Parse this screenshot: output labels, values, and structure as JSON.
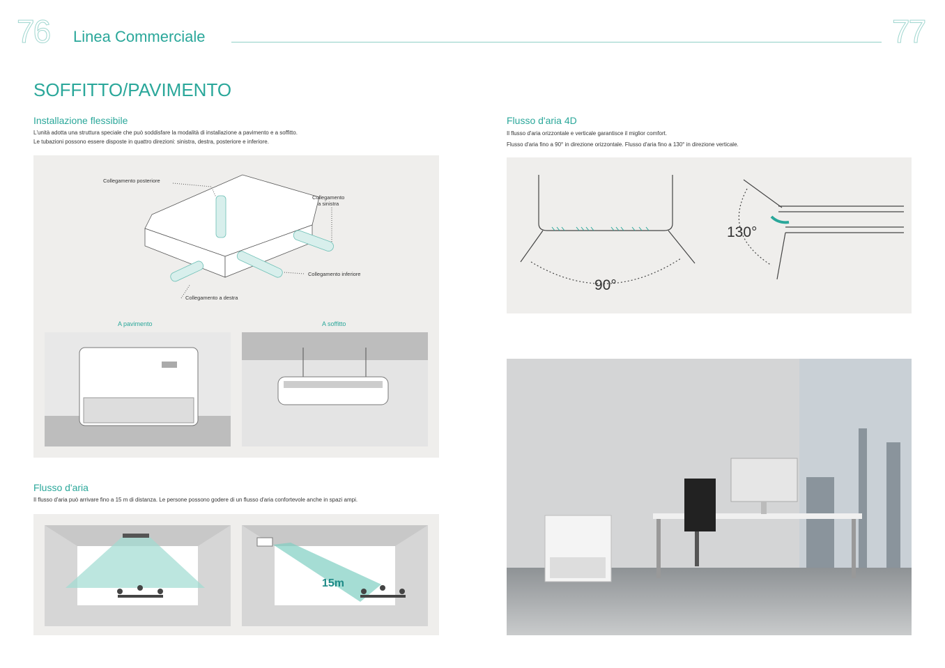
{
  "header": {
    "left_page": "76",
    "right_page": "77",
    "section": "Linea Commerciale"
  },
  "title": "SOFFITTO/PAVIMENTO",
  "install": {
    "heading": "Installazione flessibile",
    "lines": [
      "L'unità adotta una struttura speciale che può soddisfare la modalità di installazione a pavimento e a soffitto.",
      "Le tubazioni possono essere disposte in quattro direzioni: sinistra, destra, posteriore e inferiore."
    ],
    "callouts": {
      "rear": "Collegamento posteriore",
      "left_a": "Collegamento",
      "left_b": "a sinistra",
      "bottom": "Collegamento inferiore",
      "right": "Collegamento a destra"
    },
    "floor_label": "A pavimento",
    "ceiling_label": "A soffitto"
  },
  "airflow": {
    "heading": "Flusso d'aria",
    "text": "Il flusso d'aria può arrivare fino a 15 m di distanza. Le persone possono godere di un flusso d'aria confortevole anche in spazi ampi.",
    "distance": "15m"
  },
  "airflow4d": {
    "heading": "Flusso d'aria 4D",
    "lines": [
      "Il flusso d'aria orizzontale e verticale garantisce il miglior comfort.",
      "Flusso d'aria fino a 90° in direzione orizzontale. Flusso d'aria fino a 130° in direzione verticale."
    ],
    "h_angle": "90°",
    "v_angle": "130°"
  },
  "colors": {
    "accent": "#2aa79a",
    "panel": "#efeeec"
  }
}
